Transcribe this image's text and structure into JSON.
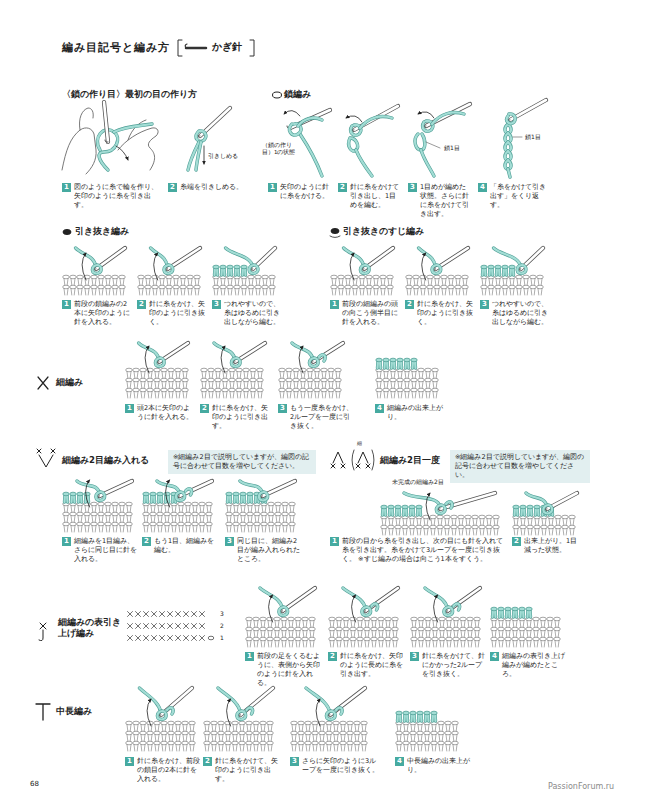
{
  "diagram": {
    "title": "編み目記号と編み方",
    "nodes": [
      {
        "text": [
          "1",
          "図のように糸で輪を作り、矢印のように糸を引き出す。"
        ]
      },
      {
        "text": [
          "2",
          "糸端を引きしめる。"
        ]
      },
      {
        "text": [
          "1",
          "矢印のように針に糸をかける。"
        ]
      },
      {
        "text": [
          "2",
          "針に糸をかけて引き出し、1目めを編む。"
        ]
      },
      {
        "text": [
          "3",
          "1目めが編めた状態。さらに針に糸をかけて引き出す。"
        ]
      },
      {
        "text": [
          "4",
          "「糸をかけて引き出す」をくり返す。"
        ]
      },
      {
        "text": [
          "1",
          "前段の鎖編みの2本に矢印のように針を入れる。"
        ]
      },
      {
        "text": [
          "2",
          "針に糸をかけ、矢印のように引き抜く。"
        ]
      },
      {
        "text": [
          "3",
          "つれやすいので、糸はゆるめに引き出しながら編む。"
        ]
      },
      {
        "text": [
          "1",
          "前段の細編みの頭の向こう側半目に針を入れる。"
        ]
      },
      {
        "text": [
          "2",
          "針に糸をかけ、矢印のように引き抜く。"
        ]
      },
      {
        "text": [
          "3",
          "つれやすいので、糸はゆるめに引き出しながら編む。"
        ]
      },
      {
        "text": [
          "1",
          "頭2本に矢印のように針を入れる。"
        ]
      },
      {
        "text": [
          "2",
          "針に糸をかけ、矢印のように引き出す。"
        ]
      },
      {
        "text": [
          "3",
          "もう一度糸をかけ、2ループを一度に引き抜く。"
        ]
      },
      {
        "text": [
          "4",
          "細編みの出来上がり。"
        ]
      },
      {
        "text": [
          "※細編み2目で説明していますが、編図の記号に合わせて目数を増やしてください。"
        ]
      },
      {
        "text": [
          "1",
          "細編みを1目編み、さらに同じ目に針を入れる。"
        ]
      },
      {
        "text": [
          "2",
          "もう1目、細編みを編む。"
        ]
      },
      {
        "text": [
          "3",
          "同じ目に、細編み2目が編み入れられたところ。"
        ]
      },
      {
        "text": [
          "※細編み2目で説明していますが、編図の記号に合わせて目数を増やしてください。"
        ]
      },
      {
        "text": [
          "1",
          "前段の目から糸を引き出し、次の目にも針を入れて糸を引き出す。糸をかけて3ループを一度に引き抜く。 ※すじ編みの場合は向こう1本をすくう。"
        ]
      },
      {
        "text": [
          "2",
          "出来上がり。1目減った状態。"
        ]
      },
      {
        "text": [
          "1",
          "前段の足をくるむように、表側から矢印のように針を入れる。"
        ]
      },
      {
        "text": [
          "2",
          "針に糸をかけ、矢印のように長めに糸を引き出す。"
        ]
      },
      {
        "text": [
          "3",
          "針に糸をかけて、針にかかった2ループを引き抜く。"
        ]
      },
      {
        "text": [
          "4",
          "細編みの表引き上げ編みが編めたところ。"
        ]
      },
      {
        "text": [
          "1",
          "針に糸をかけ、前段の鎖目の2本に針を入れる。"
        ]
      },
      {
        "text": [
          "2",
          "針に糸をかけて、矢印のように引き出す。"
        ]
      },
      {
        "text": [
          "3",
          "さらに矢印のように3ループを一度に引き抜く。"
        ]
      },
      {
        "text": [
          "4",
          "中長編みの出来上がり。"
        ]
      }
    ],
    "labels": [
      "かぎ針",
      "〈鎖の作り目〉最初の目の作り方",
      "引きしめる",
      "鎖編み",
      "（鎖の作り目）1の状態",
      "鎖1目",
      "鎖1目",
      "引き抜き編み",
      "引き抜きのすじ編み",
      "細編み",
      "細編み2目編み入れる",
      "細編み2目一度",
      "未完成の細編み2目",
      "細編みの表引き上げ編み",
      "3",
      "2",
      "1",
      "中長編み",
      "68",
      "PassionForum.ru",
      "細"
    ]
  }
}
